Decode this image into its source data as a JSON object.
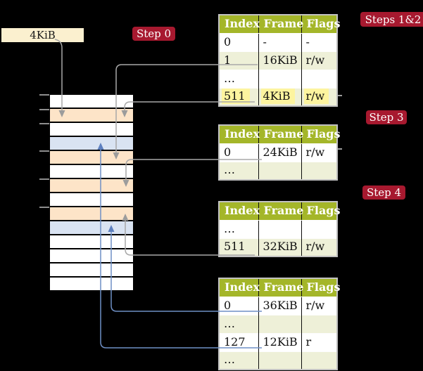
{
  "colors": {
    "background": "#000000",
    "table_header_green": "#a4b629",
    "table_shaded_row": "#eef0d8",
    "highlight_yellow": "#fdf49f",
    "frame_used_peach": "#fde4c8",
    "frame_page_blue": "#d9e3f2",
    "badge_crimson": "#a7192f",
    "connector_gray": "#a8a8a8",
    "connector_blue": "#6e8fc5",
    "frame_box_cream": "#fbf0cf"
  },
  "frame_box": {
    "label": "4KiB"
  },
  "badges": {
    "step0": "Step 0",
    "steps12": "Steps 1&2",
    "step3": "Step 3",
    "step4": "Step 4"
  },
  "memory": {
    "rows": [
      "white",
      "used",
      "white",
      "page",
      "used",
      "white",
      "used",
      "white",
      "used",
      "page",
      "white",
      "white",
      "white",
      "white"
    ],
    "tick_ys": [
      134,
      155,
      175,
      214,
      254,
      294
    ]
  },
  "tables": [
    {
      "headers": [
        "Index",
        "Frame",
        "Flags"
      ],
      "rows": [
        {
          "cells": [
            "0",
            "-",
            "-"
          ]
        },
        {
          "cells": [
            "1",
            "16KiB",
            "r/w"
          ]
        },
        {
          "cells": [
            "…",
            "",
            ""
          ]
        },
        {
          "cells": [
            "511",
            "4KiB",
            "r/w"
          ],
          "highlight": true
        }
      ]
    },
    {
      "headers": [
        "Index",
        "Frame",
        "Flags"
      ],
      "rows": [
        {
          "cells": [
            "0",
            "24KiB",
            "r/w"
          ]
        },
        {
          "cells": [
            "…",
            "",
            ""
          ]
        }
      ]
    },
    {
      "headers": [
        "Index",
        "Frame",
        "Flags"
      ],
      "rows": [
        {
          "cells": [
            "…",
            "",
            ""
          ]
        },
        {
          "cells": [
            "511",
            "32KiB",
            "r/w"
          ]
        }
      ]
    },
    {
      "headers": [
        "Index",
        "Frame",
        "Flags"
      ],
      "rows": [
        {
          "cells": [
            "0",
            "36KiB",
            "r/w"
          ]
        },
        {
          "cells": [
            "…",
            "",
            ""
          ]
        },
        {
          "cells": [
            "127",
            "12KiB",
            "r"
          ]
        },
        {
          "cells": [
            "…",
            "",
            ""
          ]
        }
      ]
    }
  ],
  "connections": [
    {
      "from": "frame-box-4kib",
      "to": "memory-row-2",
      "color": "gray"
    },
    {
      "from": "table1-entry-1",
      "to": "memory-row-5",
      "color": "gray"
    },
    {
      "from": "table1-entry-511",
      "to": "memory-row-2",
      "color": "gray"
    },
    {
      "from": "table2-entry-0",
      "to": "memory-row-7",
      "color": "gray"
    },
    {
      "from": "table3-entry-511",
      "to": "memory-row-9",
      "color": "gray"
    },
    {
      "from": "table4-entry-0",
      "to": "memory-row-10",
      "color": "blue"
    },
    {
      "from": "table4-entry-127",
      "to": "memory-row-4",
      "color": "blue"
    }
  ]
}
